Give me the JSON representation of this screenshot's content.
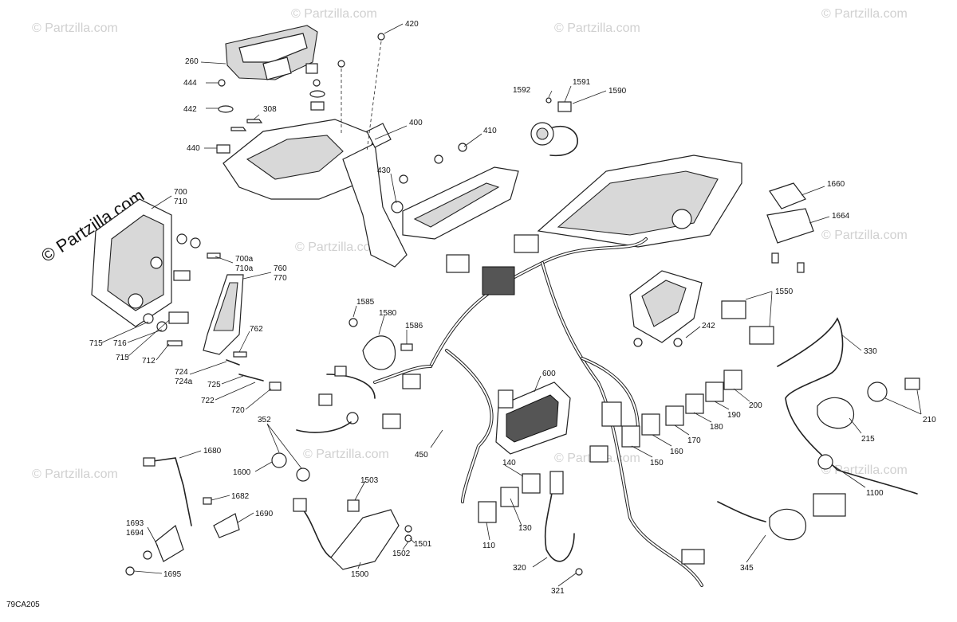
{
  "diagram": {
    "watermark_text": "© Partzilla.com",
    "brand_text": "© Partzilla.com",
    "figure_code": "79CA205",
    "callouts": [
      "420",
      "260",
      "444",
      "442",
      "308",
      "440",
      "400",
      "410",
      "430",
      "1592",
      "1591",
      "1590",
      "700",
      "710",
      "700a",
      "710a",
      "760",
      "770",
      "762",
      "715",
      "716",
      "715",
      "712",
      "724",
      "724a",
      "725",
      "722",
      "720",
      "1585",
      "1580",
      "1586",
      "600",
      "1660",
      "1664",
      "1550",
      "242",
      "330",
      "352",
      "1600",
      "1680",
      "450",
      "140",
      "130",
      "110",
      "150",
      "160",
      "170",
      "180",
      "190",
      "200",
      "210",
      "215",
      "1100",
      "1503",
      "1500",
      "1502",
      "1501",
      "320",
      "321",
      "345",
      "1682",
      "1690",
      "1693",
      "1694",
      "1695"
    ]
  }
}
